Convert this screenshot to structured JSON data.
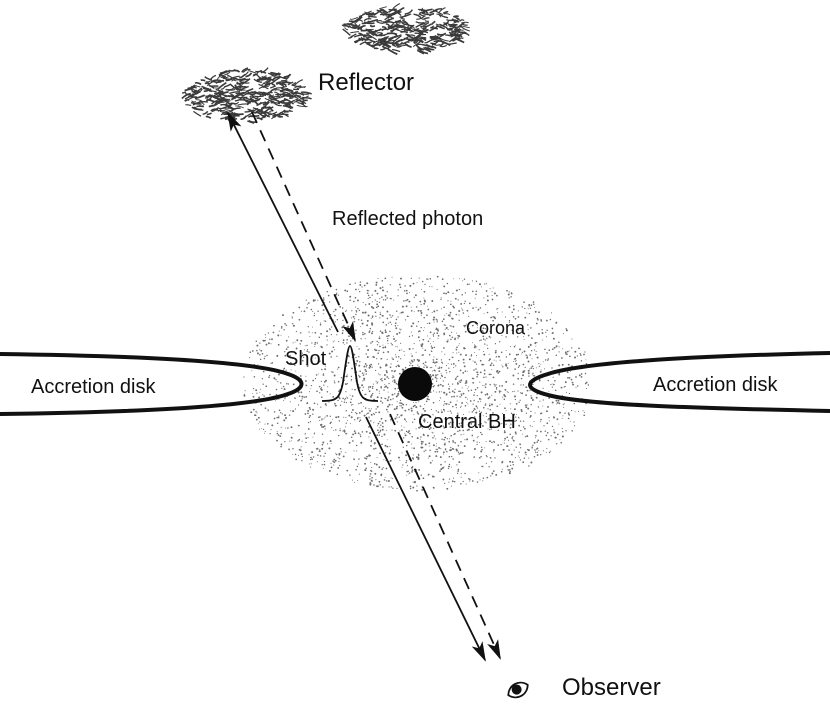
{
  "labels": {
    "reflector": "Reflector",
    "reflected_photon": "Reflected photon",
    "corona": "Corona",
    "shot": "Shot",
    "central_bh": "Central BH",
    "accretion_disk_left": "Accretion disk",
    "accretion_disk_right": "Accretion disk",
    "observer": "Observer"
  },
  "colors": {
    "ink": "#111111",
    "corona_speckle": "#6e6e6e",
    "reflector_cloud": "#3a3a3a"
  }
}
